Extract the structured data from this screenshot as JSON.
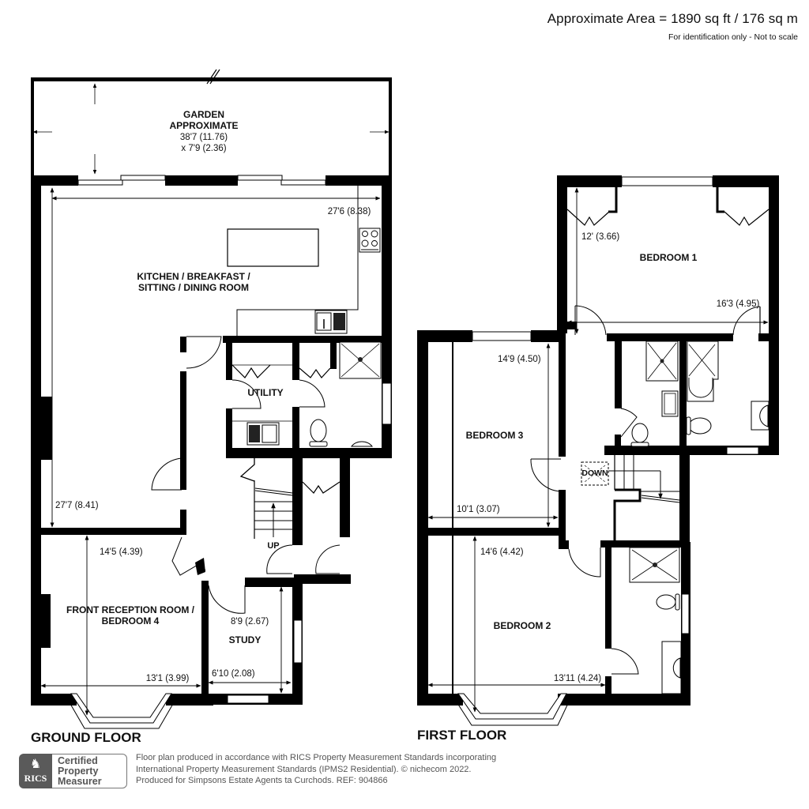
{
  "header": {
    "area_title": "Approximate Area = 1890 sq ft / 176 sq m",
    "area_note": "For identification only - Not to scale"
  },
  "ground_floor": {
    "label": "GROUND FLOOR",
    "rooms": {
      "garden": {
        "name_line1": "GARDEN",
        "name_line2": "APPROXIMATE",
        "dim_line1": "38'7 (11.76)",
        "dim_line2": "x 7'9 (2.36)"
      },
      "kitchen": {
        "name_line1": "KITCHEN  / BREAKFAST /",
        "name_line2": "SITTING / DINING ROOM",
        "width_dim": "27'6 (8.38)",
        "length_dim": "27'7 (8.41)"
      },
      "utility": {
        "name": "UTILITY"
      },
      "front_reception": {
        "name_line1": "FRONT RECEPTION ROOM /",
        "name_line2": "BEDROOM 4",
        "length_dim": "14'5 (4.39)",
        "width_dim": "13'1 (3.99)"
      },
      "study": {
        "name": "STUDY",
        "length_dim": "8'9 (2.67)",
        "width_dim": "6'10 (2.08)"
      },
      "stairs": {
        "label": "UP"
      }
    }
  },
  "first_floor": {
    "label": "FIRST FLOOR",
    "rooms": {
      "bedroom1": {
        "name": "BEDROOM 1",
        "length_dim": "12' (3.66)",
        "width_dim": "16'3 (4.95)"
      },
      "bedroom3": {
        "name": "BEDROOM 3",
        "length_dim": "14'9 (4.50)",
        "width_dim": "10'1 (3.07)"
      },
      "bedroom2": {
        "name": "BEDROOM 2",
        "length_dim": "14'6 (4.42)",
        "width_dim": "13'11 (4.24)"
      },
      "stairs": {
        "label": "DOWN"
      }
    }
  },
  "footer": {
    "rics_logo_text": "RICS",
    "rics_logo_mark": "♞",
    "badge_line1": "Certified",
    "badge_line2": "Property",
    "badge_line3": "Measurer",
    "text_line1": "Floor plan produced in accordance with RICS Property Measurement Standards incorporating",
    "text_line2": "International Property Measurement Standards (IPMS2 Residential).   © nichecom 2022.",
    "text_line3": "Produced for Simpsons Estate Agents ta Curchods.   REF:  904866"
  },
  "colors": {
    "wall": "#000000",
    "background": "#ffffff",
    "footer_text": "#555555",
    "logo_bg": "#5a5a5a"
  }
}
